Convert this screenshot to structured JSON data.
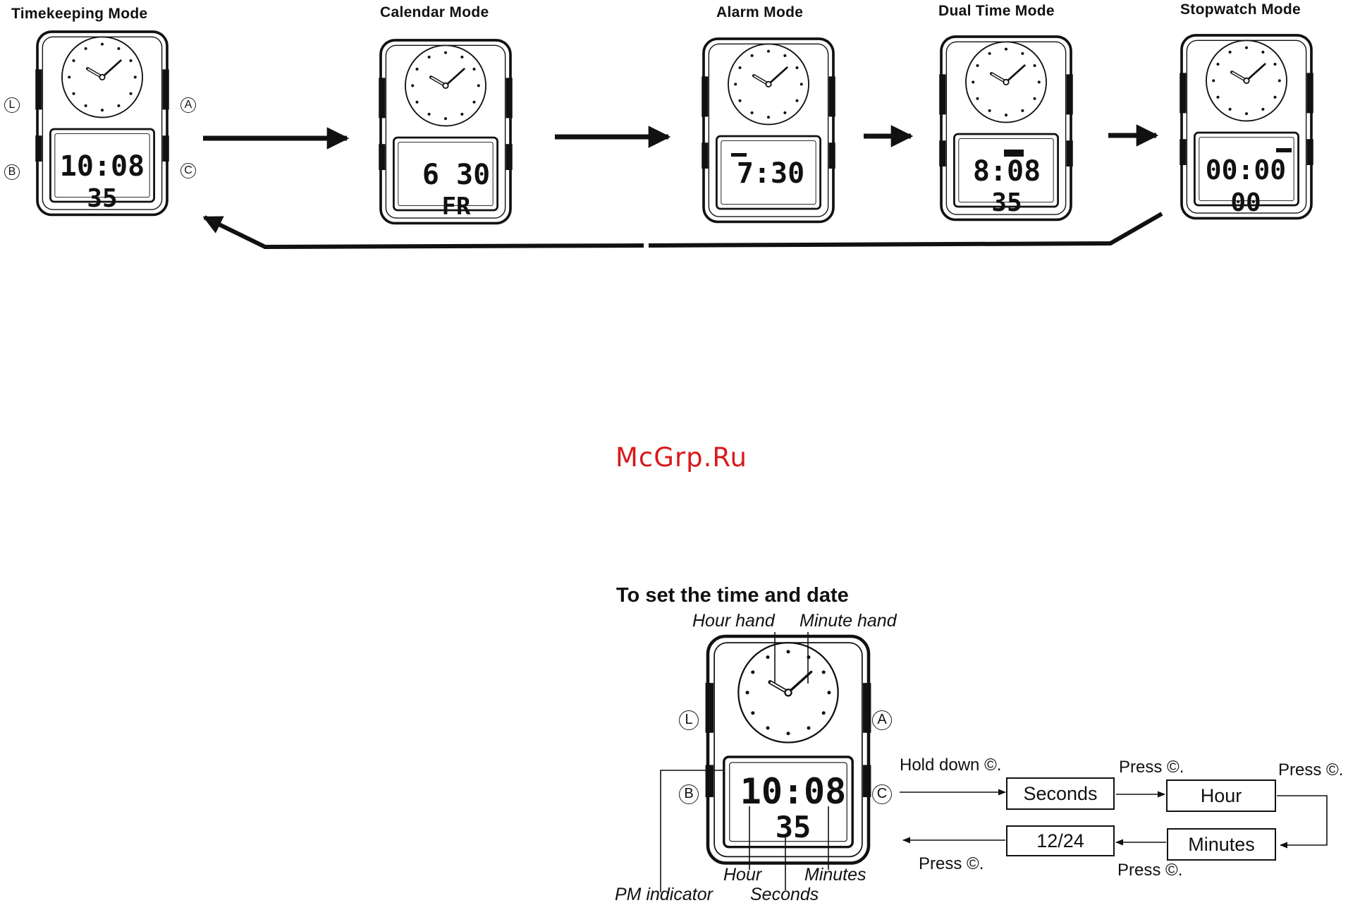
{
  "modes": [
    {
      "title": "Timekeeping Mode",
      "lcd_top": "10:08",
      "lcd_bottom": "35"
    },
    {
      "title": "Calendar Mode",
      "lcd_top": "6 30",
      "lcd_bottom": "FR"
    },
    {
      "title": "Alarm Mode",
      "lcd_top": "7:30",
      "lcd_bottom": ""
    },
    {
      "title": "Dual Time Mode",
      "lcd_top": "8:08",
      "lcd_bottom": "35"
    },
    {
      "title": "Stopwatch Mode",
      "lcd_top": "00:00",
      "lcd_bottom": "00"
    }
  ],
  "buttons": {
    "l": "L",
    "a": "A",
    "b": "B",
    "c": "C"
  },
  "watermark": "McGrp.Ru",
  "setting": {
    "title": "To set the time and date",
    "callouts": {
      "hour_hand": "Hour hand",
      "minute_hand": "Minute hand",
      "hour": "Hour",
      "minutes": "Minutes",
      "seconds": "Seconds",
      "pm_indicator": "PM indicator"
    },
    "lcd_top": "10:08",
    "lcd_bottom": "35",
    "flow": {
      "hold_down": "Hold down ©.",
      "press_1": "Press ©.",
      "press_2": "Press ©.",
      "press_3": "Press ©.",
      "press_4": "Press ©.",
      "box_seconds": "Seconds",
      "box_hour": "Hour",
      "box_minutes": "Minutes",
      "box_1224": "12/24"
    }
  }
}
